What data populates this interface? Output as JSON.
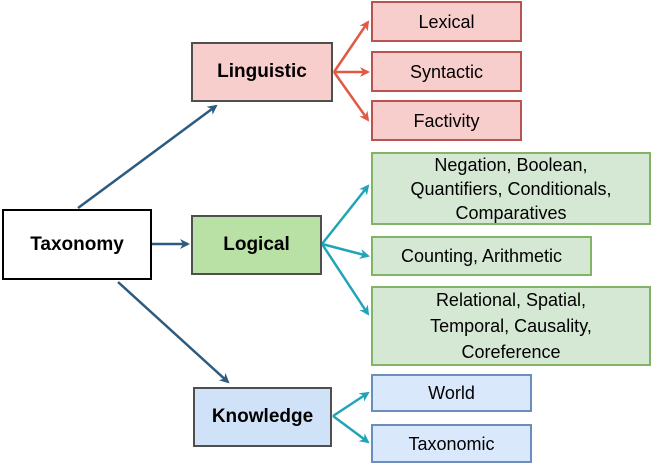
{
  "root": {
    "label": "Taxonomy"
  },
  "categories": [
    {
      "key": "linguistic",
      "label": "Linguistic",
      "fill": "#f8cecc",
      "stroke": "#b85450",
      "arrow": "#e05a45",
      "children": [
        "Lexical",
        "Syntactic",
        "Factivity"
      ]
    },
    {
      "key": "logical",
      "label": "Logical",
      "fill": "#b9e0a5",
      "stroke": "#4f4f4f",
      "arrow": "#21a4b8",
      "children": [
        "Negation, Boolean,\nQuantifiers, Conditionals,\nComparatives",
        "Counting, Arithmetic",
        "Relational, Spatial,\nTemporal, Causality,\nCoreference"
      ]
    },
    {
      "key": "knowledge",
      "label": "Knowledge",
      "fill": "#cfe2f8",
      "stroke": "#4f4f4f",
      "arrow": "#21a4b8",
      "children": [
        "World",
        "Taxonomic"
      ]
    }
  ],
  "colors": {
    "root_arrow": "#2e5a7e",
    "linguistic_leaf_fill": "#f8cecc",
    "linguistic_leaf_stroke": "#b85450",
    "logical_leaf_fill": "#d5e8d4",
    "logical_leaf_stroke": "#82b366",
    "knowledge_leaf_fill": "#dae8fc",
    "knowledge_leaf_stroke": "#6c8ebf"
  }
}
